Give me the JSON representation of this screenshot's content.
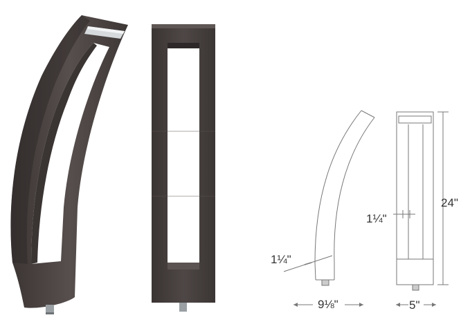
{
  "dimensions": {
    "height": "24\"",
    "depth_width": "9⅛\"",
    "front_width": "5\"",
    "side_thickness": "1¼\"",
    "front_thickness": "1¼\""
  },
  "colors": {
    "finish": "#4a4341",
    "finish_dark": "#3a3433",
    "finish_light": "#5d5654",
    "line": "#777777",
    "lens": "#d6dadc",
    "pin": "#9aa0a3"
  }
}
